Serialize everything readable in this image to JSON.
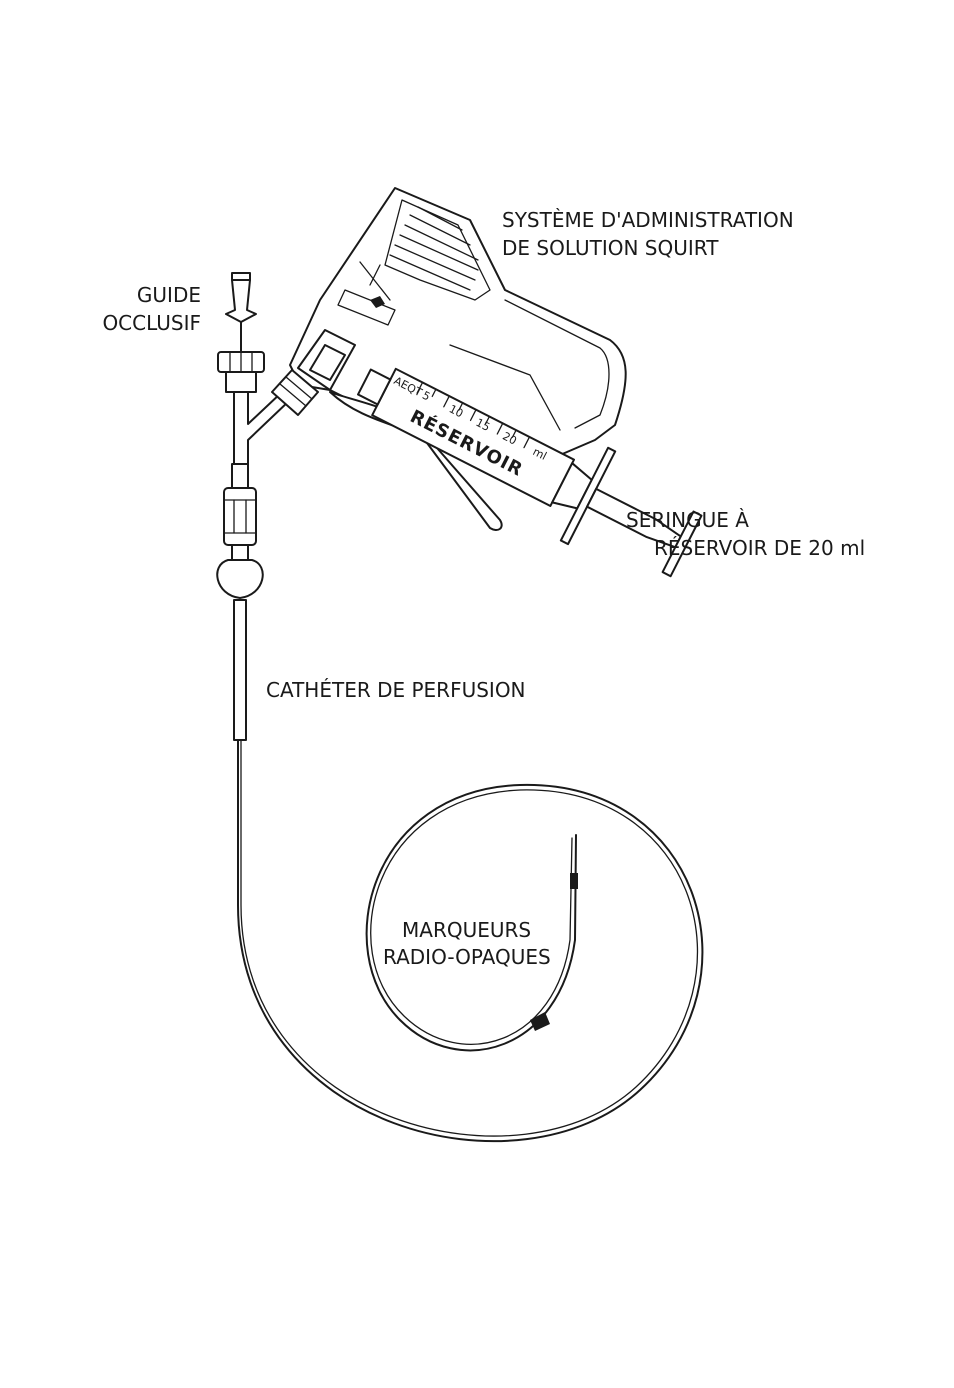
{
  "labels": {
    "squirt_line1": "SYSTÈME D'ADMINISTRATION",
    "squirt_line2": "DE SOLUTION SQUIRT",
    "guide_line1": "GUIDE",
    "guide_line2": "OCCLUSIF",
    "syringe_line1": "SERINGUE À",
    "syringe_line2": "RÉSERVOIR DE 20 ml",
    "catheter": "CATHÉTER DE PERFUSION",
    "markers_line1": "MARQUEURS",
    "markers_line2": "RADIO-OPAQUES"
  },
  "syringe": {
    "reservoir_text": "RÉSERVOIR",
    "brand": "AEQT",
    "unit": "ml",
    "scale": [
      "5",
      "10",
      "15",
      "20"
    ]
  }
}
